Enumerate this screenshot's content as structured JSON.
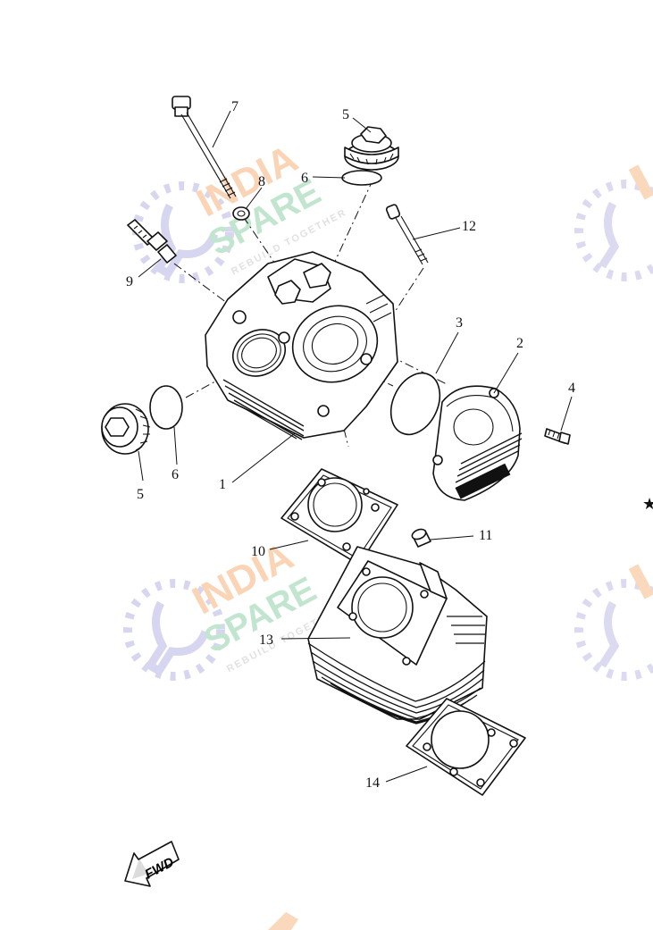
{
  "watermark": {
    "line1": "INDIA",
    "line2": "SPARE",
    "tagline": "REBUILD TOGETHER",
    "colors": {
      "orange": "#f6b27a",
      "green": "#8fd1a8",
      "blue": "#b8b6e4"
    }
  },
  "fwd_label": "FWD",
  "callouts": [
    {
      "id": "1",
      "label": "1"
    },
    {
      "id": "2",
      "label": "2"
    },
    {
      "id": "3",
      "label": "3"
    },
    {
      "id": "4",
      "label": "4"
    },
    {
      "id": "5a",
      "label": "5"
    },
    {
      "id": "5b",
      "label": "5"
    },
    {
      "id": "6a",
      "label": "6"
    },
    {
      "id": "6b",
      "label": "6"
    },
    {
      "id": "7",
      "label": "7"
    },
    {
      "id": "8",
      "label": "8"
    },
    {
      "id": "9",
      "label": "9"
    },
    {
      "id": "10",
      "label": "10"
    },
    {
      "id": "11",
      "label": "11"
    },
    {
      "id": "12",
      "label": "12"
    },
    {
      "id": "13",
      "label": "13"
    },
    {
      "id": "14",
      "label": "14"
    }
  ],
  "edge_mark": "★"
}
